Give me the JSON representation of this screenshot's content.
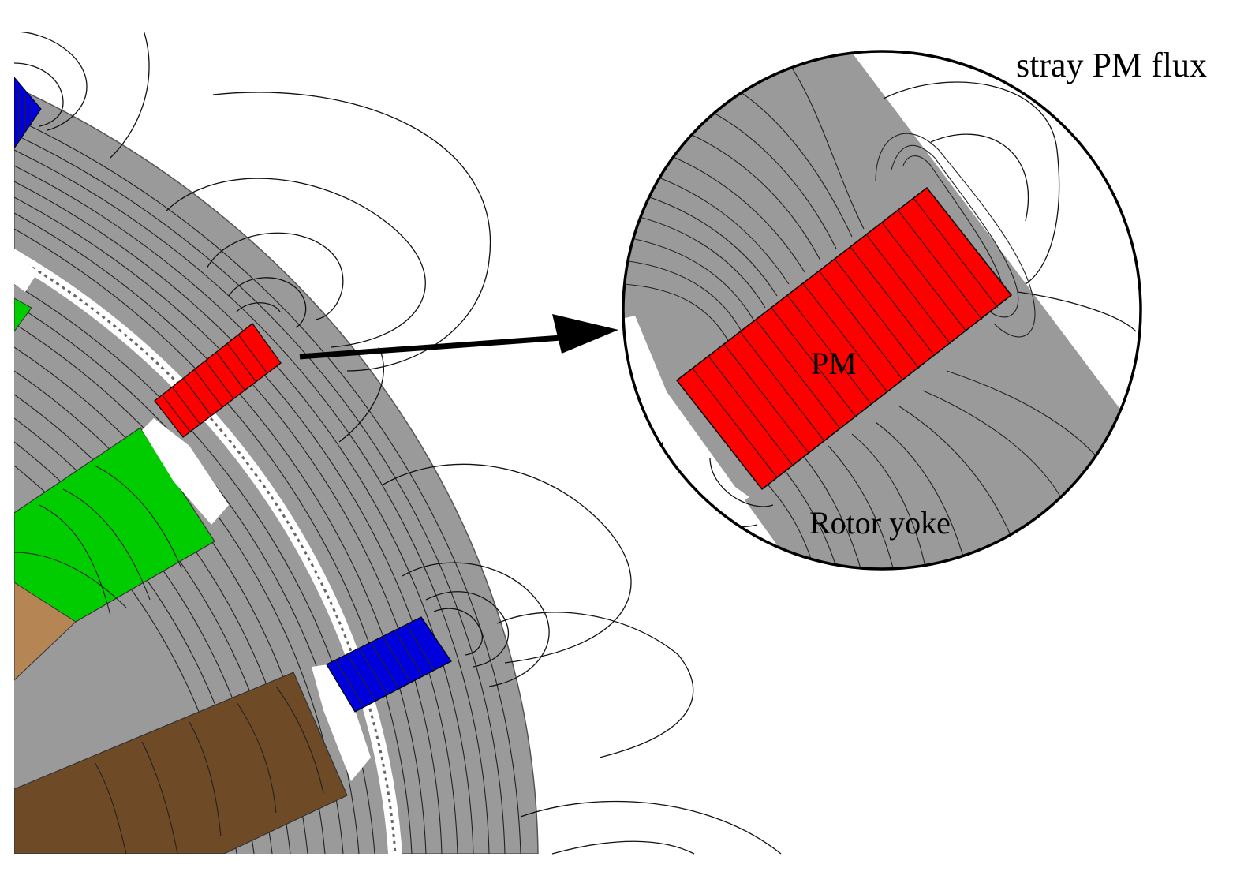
{
  "labels": {
    "stray_flux": "stray PM flux",
    "pm": "PM",
    "rotor_yoke": "Rotor yoke"
  },
  "colors": {
    "yoke_gray": "#9a9a9a",
    "pm_red": "#ff0000",
    "pm_blue": "#0000dd",
    "coil_green": "#00cc00",
    "coil_tan": "#b58654",
    "coil_brown": "#6e4a26",
    "flux_line": "#111111",
    "background": "#ffffff"
  }
}
